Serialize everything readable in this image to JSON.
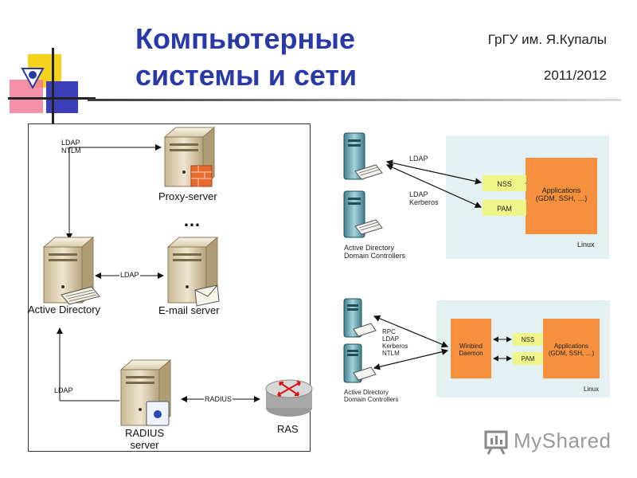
{
  "header": {
    "title_line1": "Компьютерные",
    "title_line2": "системы и сети",
    "university": "ГрГУ им. Я.Купалы",
    "year": "2011/2012"
  },
  "left_diagram": {
    "proxy_server": "Proxy-server",
    "ellipsis": "…",
    "active_directory": "Active Directory",
    "email_server": "E-mail server",
    "radius_server_line1": "RADIUS",
    "radius_server_line2": "server",
    "ras": "RAS",
    "edge_ldap_ntlm_1": "LDAP",
    "edge_ldap_ntlm_2": "NTLM",
    "edge_ldap_mid": "LDAP",
    "edge_ldap_bottom": "LDAP",
    "edge_radius": "RADIUS"
  },
  "top_right_diagram": {
    "edge_ldap": "LDAP",
    "edge_ldap_kerberos_1": "LDAP",
    "edge_ldap_kerberos_2": "Kerberos",
    "nss": "NSS",
    "pam": "PAM",
    "applications_1": "Applications",
    "applications_2": "(GDM, SSH, …)",
    "linux": "Linux",
    "ad_label_1": "Active Directory",
    "ad_label_2": "Domain Controllers"
  },
  "bottom_right_diagram": {
    "edge_1": "RPC",
    "edge_2": "LDAP",
    "edge_3": "Kerberos",
    "edge_4": "NTLM",
    "winbind_1": "Winbind",
    "winbind_2": "Daemon",
    "nss": "NSS",
    "pam": "PAM",
    "applications_1": "Applications",
    "applications_2": "(GDM, SSH, …)",
    "linux": "Linux",
    "ad_label_1": "Active Directory",
    "ad_label_2": "Domain Controllers"
  },
  "watermark": {
    "brand": "MyShared"
  },
  "colors": {
    "title": "#2a39a8",
    "orange": "#f5913e",
    "yellow_green": "#f0f58a",
    "panel": "#e3f1f2",
    "server_body": "#e9dcc1"
  }
}
